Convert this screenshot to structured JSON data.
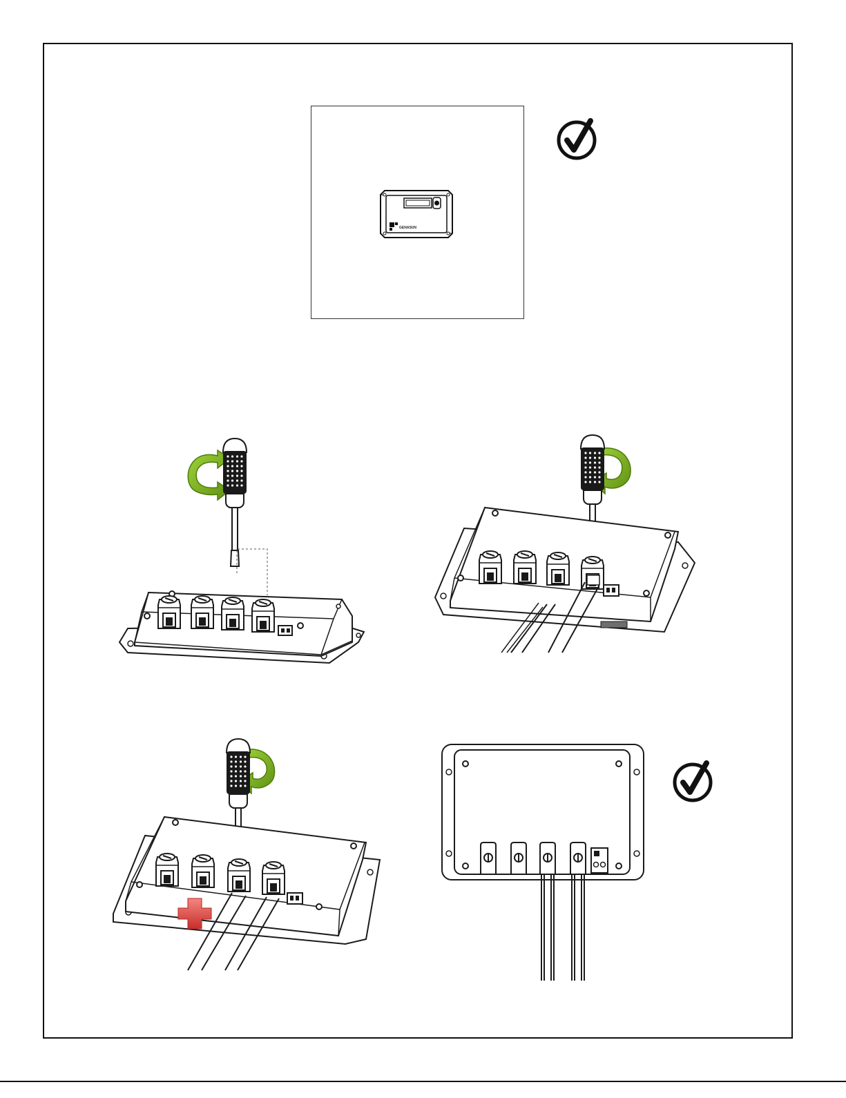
{
  "figure": {
    "device_brand_text": "GENASUN",
    "colors": {
      "line": "#1a1a1a",
      "arrow_green": "#7cb518",
      "arrow_green_dark": "#4e7a0c",
      "plus_red": "#e0413d",
      "wire_fill": "#ffffff",
      "fuse_gray": "#6e6e6e"
    },
    "icons": {
      "check": "check-circle-icon",
      "rotate": "rotate-arrow-icon",
      "positive": "plus-icon",
      "tool": "screwdriver-icon"
    },
    "steps": [
      {
        "id": "step-overview",
        "rotation": "none",
        "status": "ok"
      },
      {
        "id": "step-loosen",
        "rotation": "counterclockwise"
      },
      {
        "id": "step-tighten-negative",
        "rotation": "clockwise"
      },
      {
        "id": "step-tighten-positive",
        "rotation": "clockwise",
        "polarity": "positive"
      },
      {
        "id": "step-complete",
        "rotation": "none",
        "status": "ok"
      }
    ]
  }
}
